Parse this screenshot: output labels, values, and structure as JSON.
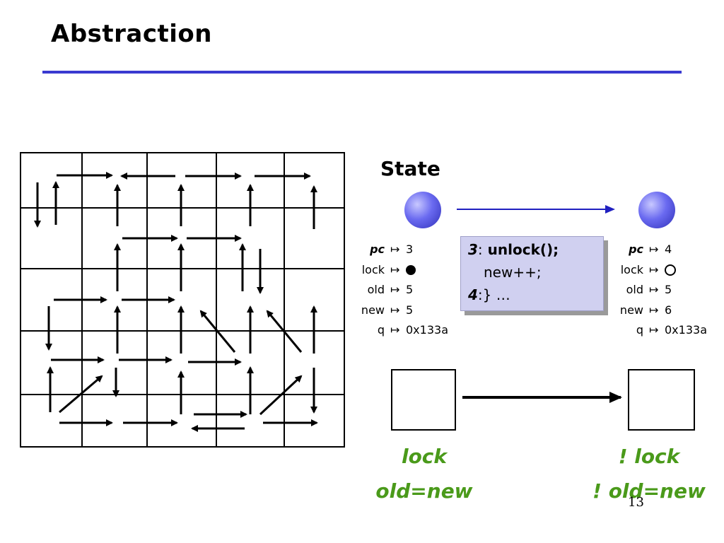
{
  "slide": {
    "title": "Abstraction",
    "state_label": "State",
    "page_number": "13",
    "maps_symbol": "↦",
    "colors": {
      "rule": "#3a3ad0",
      "predicate": "#4a9a1a",
      "code_bg": "#d0d0f0",
      "state_node": "#5a5ae0"
    }
  },
  "left_state": {
    "vars": [
      {
        "name": "pc",
        "value": "3"
      },
      {
        "name": "lock",
        "value": "",
        "icon": "filled-circle-icon"
      },
      {
        "name": "old",
        "value": "5"
      },
      {
        "name": "new",
        "value": "5"
      },
      {
        "name": "q",
        "value": "0x133a"
      }
    ]
  },
  "right_state": {
    "vars": [
      {
        "name": "pc",
        "value": "4"
      },
      {
        "name": "lock",
        "value": "",
        "icon": "open-circle-icon"
      },
      {
        "name": "old",
        "value": "5"
      },
      {
        "name": "new",
        "value": "6"
      },
      {
        "name": "q",
        "value": "0x133a"
      }
    ]
  },
  "code": {
    "line1_num": "3",
    "line1_sep": ":",
    "line1_text": " unlock();",
    "line2_text": "new++;",
    "line3_num": "4",
    "line3_text": ":} …"
  },
  "predicates": {
    "left_line1": "lock",
    "left_line2": "old=new",
    "right_line1": "! lock",
    "right_line2": "! old=new"
  }
}
